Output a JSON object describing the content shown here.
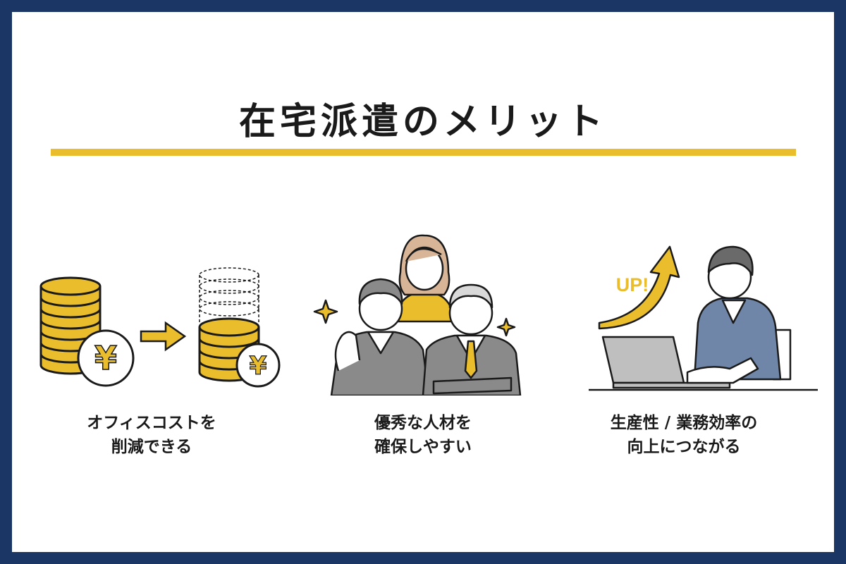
{
  "title": "在宅派遣のメリット",
  "colors": {
    "frame": "#1b3564",
    "accent": "#e9bd2b",
    "text": "#1a1a1a"
  },
  "benefits": [
    {
      "icon": "yen-coins-icon",
      "line1": "オフィスコストを",
      "line2": "削減できる"
    },
    {
      "icon": "people-group-icon",
      "line1": "優秀な人材を",
      "line2": "確保しやすい"
    },
    {
      "icon": "productivity-up-icon",
      "badge": "UP!",
      "line1": "生産性 / 業務効率の",
      "line2": "向上につながる"
    }
  ],
  "yen_symbol": "¥"
}
